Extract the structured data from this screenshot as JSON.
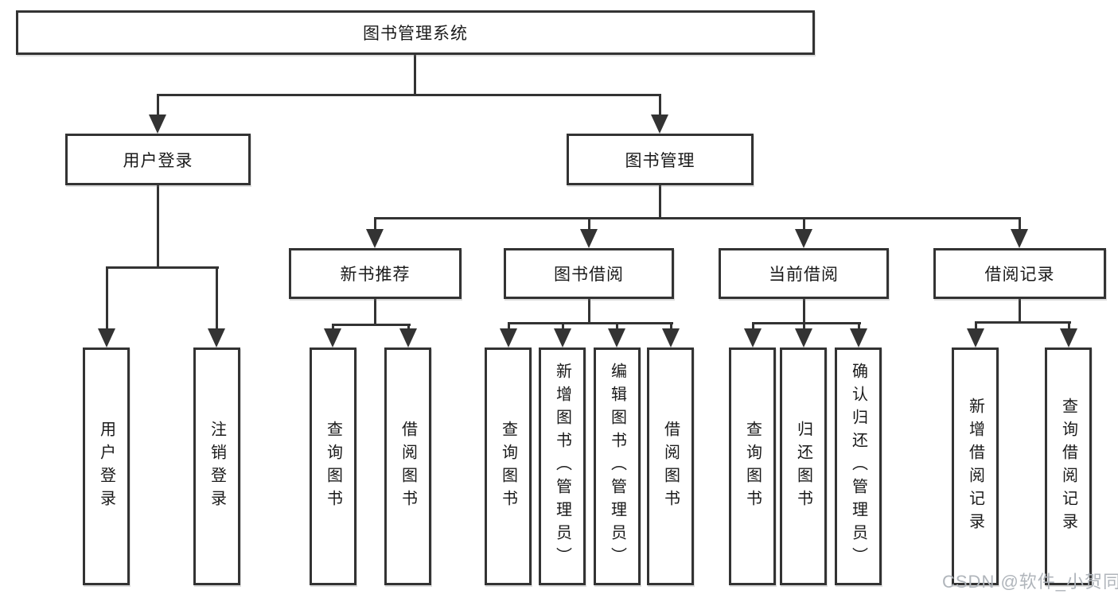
{
  "diagram": {
    "root": {
      "label": "图书管理系统"
    },
    "level2": {
      "user_login": {
        "label": "用户登录"
      },
      "book_management": {
        "label": "图书管理"
      }
    },
    "level3": {
      "new_book_recommend": {
        "label": "新书推荐"
      },
      "book_borrow": {
        "label": "图书借阅"
      },
      "current_borrow": {
        "label": "当前借阅"
      },
      "borrow_records": {
        "label": "借阅记录"
      }
    },
    "leaves": {
      "user_login": [
        "用户登录",
        "注销登录"
      ],
      "new_book_recommend": [
        "查询图书",
        "借阅图书"
      ],
      "book_borrow": [
        "查询图书",
        "新增图书（管理员）",
        "编辑图书（管理员）",
        "借阅图书"
      ],
      "current_borrow": [
        "查询图书",
        "归还图书",
        "确认归还（管理员）"
      ],
      "borrow_records": [
        "新增借阅记录",
        "查询借阅记录"
      ]
    },
    "watermark": "CSDN @软件_小贺同学",
    "colors": {
      "line": "#333333",
      "text": "#1a1a1a",
      "watermark": "#b0b5bb",
      "background": "#ffffff"
    }
  }
}
